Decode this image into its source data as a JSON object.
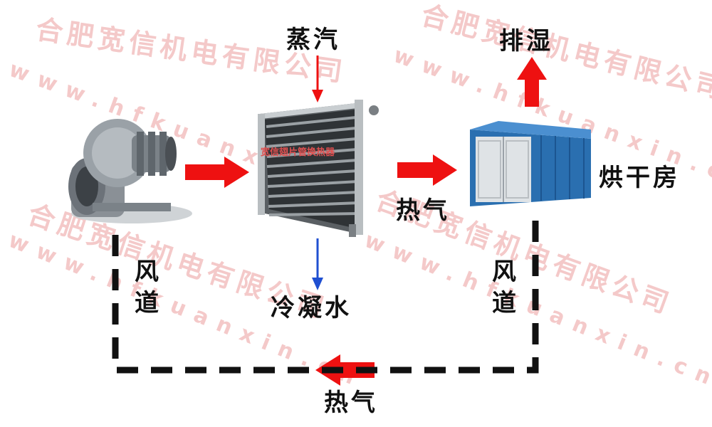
{
  "watermark": {
    "company": "合肥宽信机电有限公司",
    "url": "www.hfkuanxin.cn",
    "plate": "宽信翅片管换热器"
  },
  "labels": {
    "steam": "蒸汽",
    "exhaust_humidity": "排湿",
    "drying_room": "烘干房",
    "hot_air_top": "热气",
    "condensate": "冷凝水",
    "duct_left": "风\n道",
    "duct_right": "风\n道",
    "hot_air_bottom": "热气"
  },
  "colors": {
    "arrow_red": "#ee1111",
    "arrow_blue": "#1f4fd1",
    "duct_line": "#111111",
    "watermark": "#f4c9c9"
  }
}
